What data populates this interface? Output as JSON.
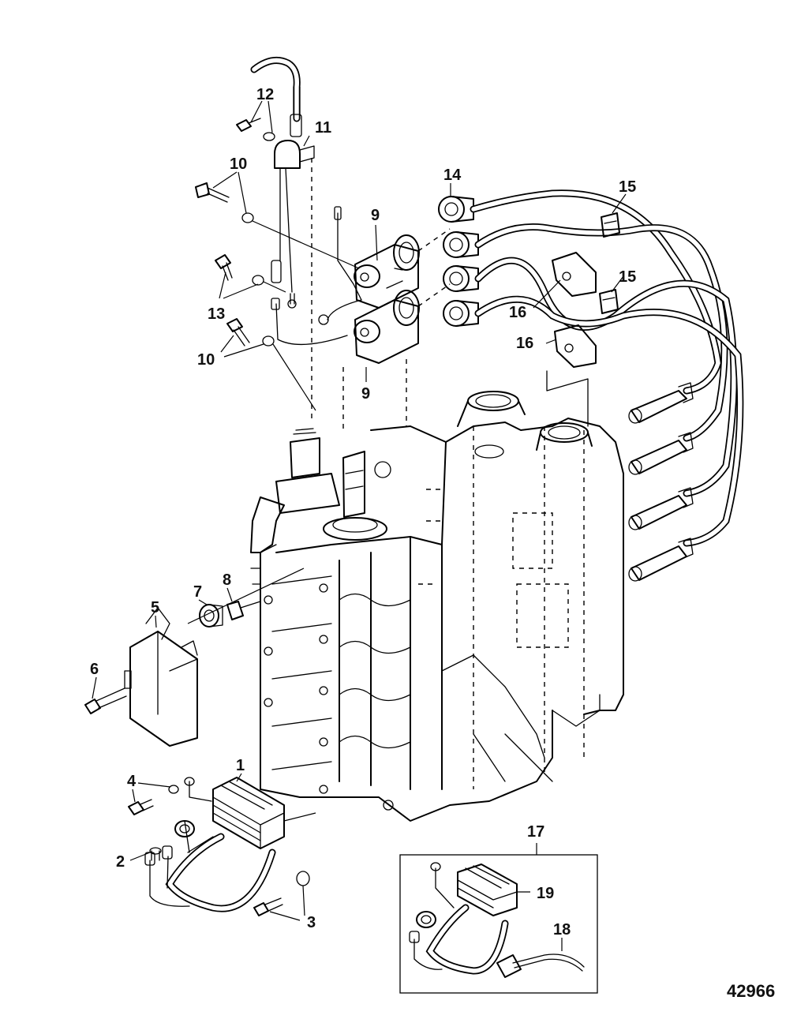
{
  "callouts": {
    "c1": "1",
    "c2": "2",
    "c3": "3",
    "c4": "4",
    "c5": "5",
    "c6": "6",
    "c7": "7",
    "c8": "8",
    "c9a": "9",
    "c9b": "9",
    "c10a": "10",
    "c10b": "10",
    "c11": "11",
    "c12": "12",
    "c13": "13",
    "c14": "14",
    "c15a": "15",
    "c15b": "15",
    "c16a": "16",
    "c16b": "16",
    "c17": "17",
    "c18": "18",
    "c19": "19"
  },
  "figure_number": "42966"
}
